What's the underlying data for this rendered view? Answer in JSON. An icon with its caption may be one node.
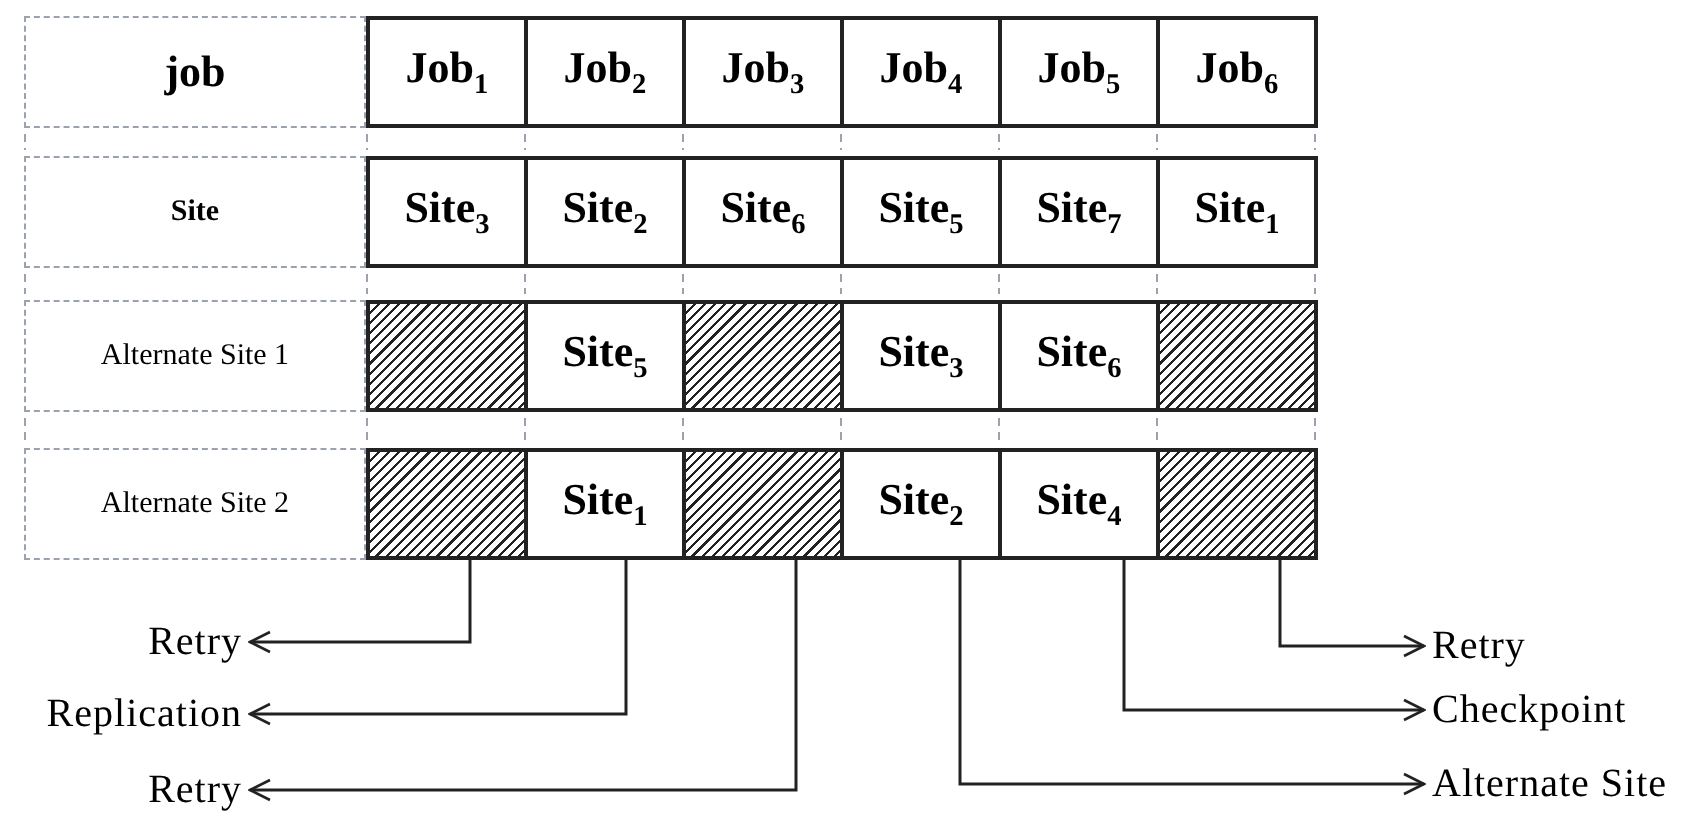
{
  "diagram": {
    "nodes": [
      {
        "text": [
          "job"
        ]
      },
      {
        "text": [
          "Job$_{1}$"
        ]
      },
      {
        "text": [
          "Job$_{2}$"
        ]
      },
      {
        "text": [
          "Job$_{3}$"
        ]
      },
      {
        "text": [
          "Job$_{4}$"
        ]
      },
      {
        "text": [
          "Job$_{5}$"
        ]
      },
      {
        "text": [
          "Job$_{6}$"
        ]
      },
      {
        "text": [
          "Site"
        ]
      },
      {
        "text": [
          "Site$_{3}$"
        ]
      },
      {
        "text": [
          "Site$_{2}$"
        ]
      },
      {
        "text": [
          "Site$_{6}$"
        ]
      },
      {
        "text": [
          "Site$_{5}$"
        ]
      },
      {
        "text": [
          "Site$_{7}$"
        ]
      },
      {
        "text": [
          "Site$_{1}$"
        ]
      },
      {
        "text": [
          "Alternate Site 1"
        ]
      },
      {
        "text": [],
        "shape": "box"
      },
      {
        "text": [
          "Site$_{5}$"
        ]
      },
      {
        "text": [],
        "shape": "box"
      },
      {
        "text": [
          "Site$_{3}$"
        ]
      },
      {
        "text": [
          "Site$_{6}$"
        ]
      },
      {
        "text": [],
        "shape": "box"
      },
      {
        "text": [
          "Alternate Site 2"
        ]
      },
      {
        "text": [],
        "shape": "box"
      },
      {
        "text": [
          "Site$_{1}$"
        ]
      },
      {
        "text": [],
        "shape": "box"
      },
      {
        "text": [
          "Site$_{2}$"
        ]
      },
      {
        "text": [
          "Site$_{4}$"
        ]
      },
      {
        "text": [],
        "shape": "box"
      },
      {
        "text": [
          "Retry"
        ]
      },
      {
        "text": [
          "Replication"
        ]
      },
      {
        "text": [
          "Retry"
        ]
      },
      {
        "text": [
          "Retry"
        ]
      },
      {
        "text": [
          "Checkpoint"
        ]
      },
      {
        "text": [
          "Alternate Site"
        ]
      }
    ],
    "edges": [
      {
        "from": 22,
        "to": 28,
        "arrow": "to"
      },
      {
        "from": 23,
        "to": 29,
        "arrow": "to"
      },
      {
        "from": 24,
        "to": 30,
        "arrow": "to"
      },
      {
        "from": 27,
        "to": 31,
        "arrow": "to"
      },
      {
        "from": 26,
        "to": 32,
        "arrow": "to"
      },
      {
        "from": 25,
        "to": 33,
        "arrow": "to"
      }
    ]
  }
}
